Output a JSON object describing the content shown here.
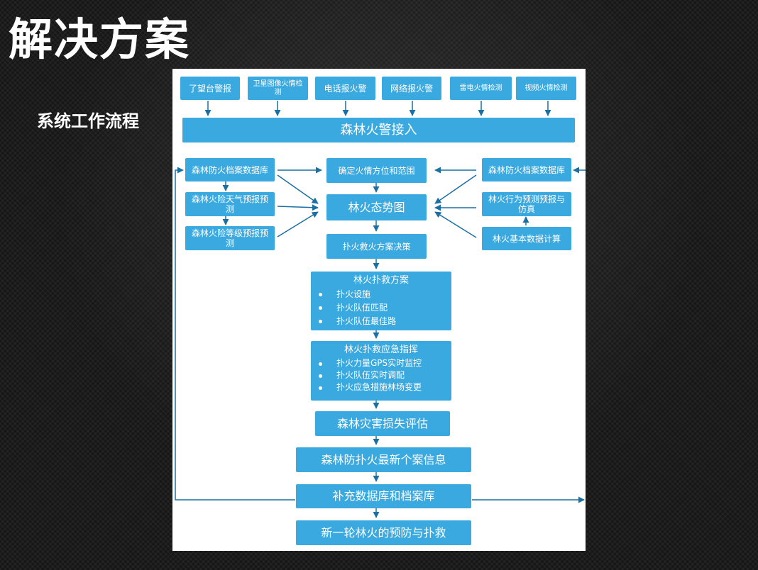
{
  "page": {
    "title": "解决方案",
    "subtitle": "系统工作流程"
  },
  "diagram": {
    "sources": [
      "了望台警报",
      "卫星图像火情检测",
      "电话报火警",
      "网络报火警",
      "雷电火情检测",
      "视频火情检测"
    ],
    "intake": "森林火警接入",
    "left_nodes": [
      "森林防火档案数据库",
      "森林火险天气预报预测",
      "森林火险等级预报预测"
    ],
    "right_nodes": [
      "森林防火档案数据库",
      "林火行为预测预报与仿真",
      "林火基本数据计算"
    ],
    "center_nodes": [
      "确定火情方位和范围",
      "林火态势图",
      "扑火救火方案决策"
    ],
    "plan": {
      "title": "林火扑救方案",
      "items": [
        "扑火设施",
        "扑火队伍匹配",
        "扑火队伍最佳路"
      ]
    },
    "command": {
      "title": "林火扑救应急指挥",
      "items": [
        "扑火力量GPS实时监控",
        "扑火队伍实时调配",
        "扑火应急措施林场变更"
      ]
    },
    "assessment": "森林灾害损失评估",
    "latest_info": "森林防扑火最新个案信息",
    "supplement": "补充数据库和档案库",
    "new_round": "新一轮林火的预防与扑救",
    "colors": {
      "box": "#3aa9e0",
      "arrow": "#1a6fa3",
      "panel": "#ffffff"
    }
  }
}
